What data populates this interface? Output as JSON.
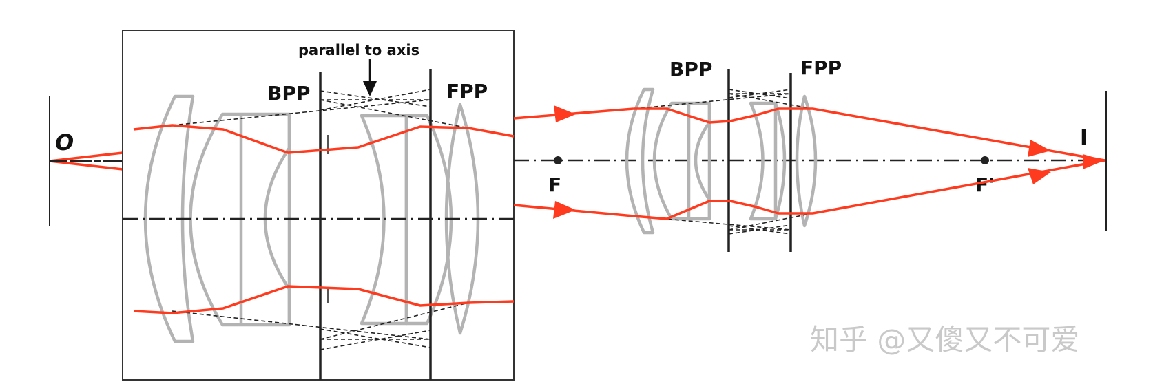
{
  "labels": {
    "object": "O",
    "image": "I",
    "front_focus": "F",
    "back_focus": "F'",
    "bpp_left": "BPP",
    "fpp_left": "FPP",
    "bpp_right": "BPP",
    "fpp_right": "FPP",
    "parallel_note": "parallel to axis"
  },
  "watermark": "知乎 @又傻又不可爱",
  "colors": {
    "ray": "#ff3b1f",
    "lens": "#b3b3b3",
    "line": "#222222",
    "watermark": "#c9c9c9"
  }
}
